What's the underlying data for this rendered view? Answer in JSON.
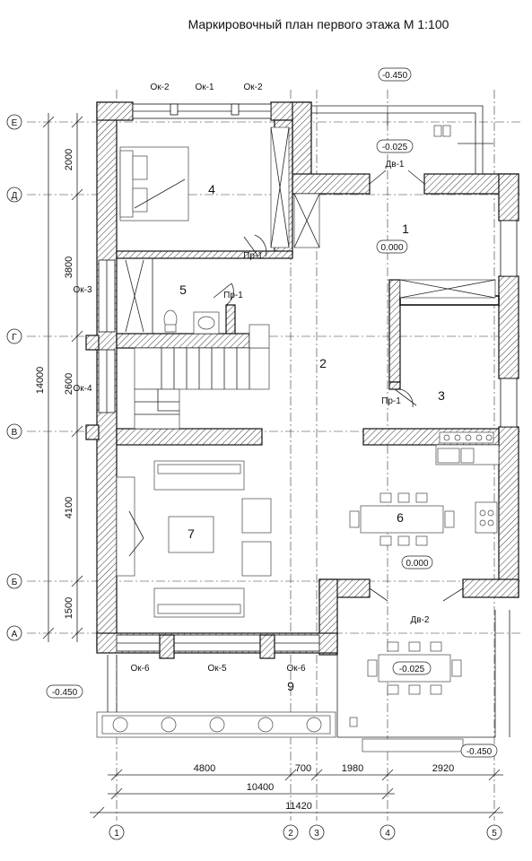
{
  "title": "Маркировочный план первого этажа М 1:100",
  "rooms": [
    "1",
    "2",
    "3",
    "4",
    "5",
    "6",
    "7",
    "9"
  ],
  "axes_horizontal": [
    "Е",
    "Д",
    "Г",
    "В",
    "Б",
    "А"
  ],
  "axes_vertical": [
    "1",
    "2",
    "3",
    "4",
    "5"
  ],
  "windows": {
    "ok1": "Ок-1",
    "ok2a": "Ок-2",
    "ok2b": "Ок-2",
    "ok3": "Ок-3",
    "ok4": "Ок-4",
    "ok5": "Ок-5",
    "ok6a": "Ок-6",
    "ok6b": "Ок-6"
  },
  "doors": {
    "dv1": "Дв-1",
    "dv2": "Дв-2",
    "pr1a": "Пр-1",
    "pr1b": "Пр-1",
    "pr1c": "Пр-1"
  },
  "levels": {
    "top_outside": "-0.450",
    "entry_porch": "-0.025",
    "room1": "0.000",
    "room6": "0.000",
    "terrace": "-0.025",
    "left_outside": "-0.450",
    "bottom_outside": "-0.450"
  },
  "left_dims": [
    "2000",
    "3800",
    "2600",
    "4100",
    "1500"
  ],
  "left_total": "14000",
  "bottom_dims": [
    "4800",
    "700",
    "1980",
    "2920"
  ],
  "bottom_total_1": "10400",
  "bottom_total_2": "11420"
}
